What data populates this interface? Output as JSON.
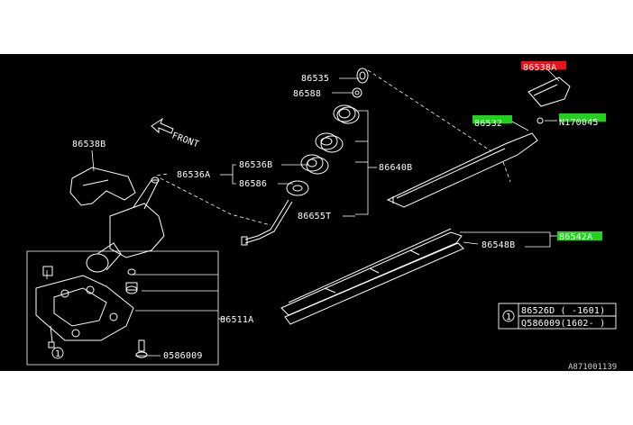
{
  "diagram": {
    "background": "#000000",
    "line_color": "#ffffff",
    "front_label": "FRONT",
    "reference_code": "A871001139",
    "parts": {
      "p86535": "86535",
      "p86588": "86588",
      "p86538A": "86538A",
      "p86532": "86532",
      "pN170045": "N170045",
      "p86538B": "86538B",
      "p86536A": "86536A",
      "p86536B": "86536B",
      "p86586": "86586",
      "p86640B": "86640B",
      "p86655T": "86655T",
      "p86542": "86542A",
      "p86548B": "86548B",
      "p86511A": "86511A",
      "p0586009": "0586009"
    },
    "highlights": {
      "red": "#e8141c",
      "green": "#22d11e"
    },
    "note_table": {
      "marker": "1",
      "row1": "86526D ( -1601)",
      "row2": "Q586009(1602- )"
    },
    "callout_marker": "1"
  }
}
